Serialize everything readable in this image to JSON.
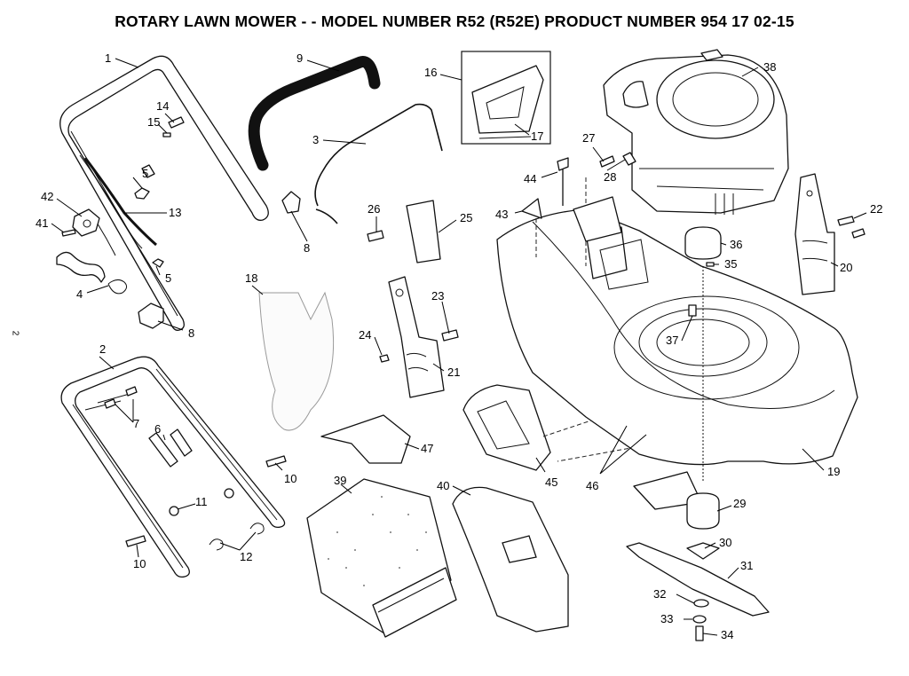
{
  "title": "ROTARY LAWN MOWER - - MODEL NUMBER R52 (R52E) PRODUCT NUMBER 954 17 02-15",
  "page_number": "2",
  "callouts": [
    "1",
    "2",
    "3",
    "4",
    "5",
    "5",
    "6",
    "7",
    "8",
    "8",
    "9",
    "10",
    "10",
    "11",
    "12",
    "13",
    "14",
    "15",
    "16",
    "17",
    "18",
    "19",
    "20",
    "21",
    "22",
    "23",
    "24",
    "25",
    "26",
    "27",
    "28",
    "29",
    "30",
    "31",
    "32",
    "33",
    "34",
    "35",
    "36",
    "37",
    "38",
    "39",
    "40",
    "41",
    "42",
    "43",
    "44",
    "45",
    "46",
    "47"
  ]
}
